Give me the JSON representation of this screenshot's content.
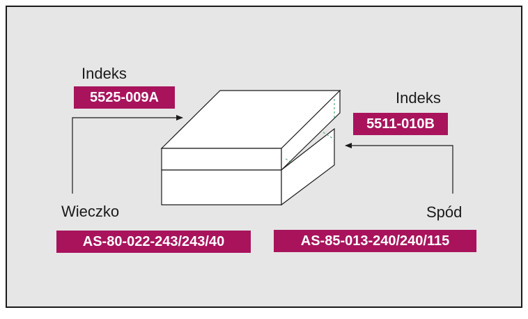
{
  "lid": {
    "title": "Wieczko",
    "code": "AS-80-022-243/243/40",
    "index_label": "Indeks",
    "index_value": "5525-009A"
  },
  "bottom": {
    "title": "Spód",
    "code": "AS-85-013-240/240/115",
    "index_label": "Indeks",
    "index_value": "5511-010B"
  },
  "colors": {
    "badge": "#a8135c",
    "panel": "#e6e6e6",
    "accent_dash": "#2e9e5b"
  }
}
